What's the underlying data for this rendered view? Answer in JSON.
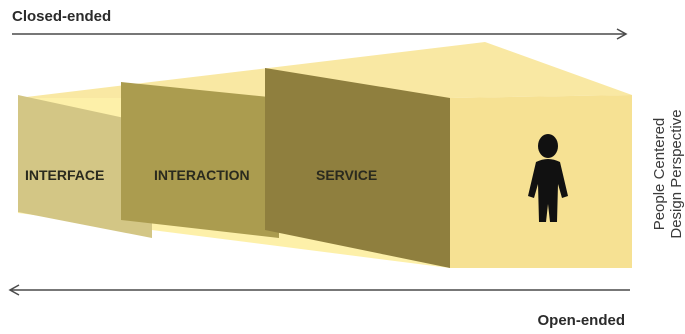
{
  "labels": {
    "top_arrow": "Closed-ended",
    "bottom_arrow": "Open-ended",
    "side_line1": "People Centered",
    "side_line2": "Design Perspective"
  },
  "panels": [
    {
      "label": "INTERFACE",
      "color": "#d3c685"
    },
    {
      "label": "INTERACTION",
      "color": "#ab9c4f"
    },
    {
      "label": "SERVICE",
      "color": "#8f7f3e"
    }
  ],
  "colors": {
    "funnel_light": "#fdf0a9",
    "funnel_mid": "#f6e193",
    "funnel_top": "#f9e8a3",
    "arrow": "#4a4a4a",
    "person": "#111111"
  },
  "icons": {
    "person": "person-icon"
  }
}
